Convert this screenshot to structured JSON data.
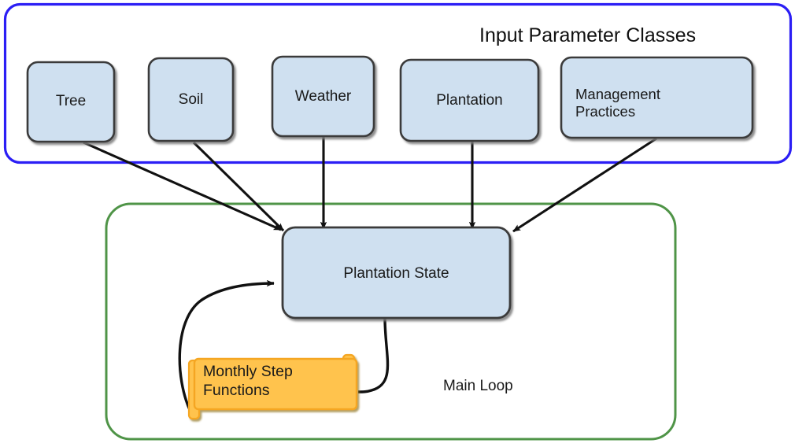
{
  "diagram": {
    "title_visible": false,
    "colors": {
      "node_fill": "#cfe0f0",
      "node_stroke": "#3a3a3a",
      "input_group_border": "#2b1ef5",
      "main_loop_border": "#4f9447",
      "note_fill": "#ffc34d",
      "note_stroke": "#f5a623",
      "arrow": "#111111",
      "text": "#1a1a1a",
      "background": "#ffffff"
    },
    "groups": [
      {
        "id": "input-parameter-classes",
        "label": "Input Parameter Classes",
        "border_color": "#2b1ef5"
      },
      {
        "id": "main-loop",
        "label": "Main Loop",
        "border_color": "#4f9447"
      }
    ],
    "input_nodes": [
      {
        "id": "tree",
        "label": "Tree"
      },
      {
        "id": "soil",
        "label": "Soil"
      },
      {
        "id": "weather",
        "label": "Weather"
      },
      {
        "id": "plantation",
        "label": "Plantation"
      },
      {
        "id": "management-practices",
        "label": "Management\nPractices"
      }
    ],
    "state_node": {
      "id": "plantation-state",
      "label": "Plantation State"
    },
    "note_node": {
      "id": "monthly-step-functions",
      "label": "Monthly Step\nFunctions"
    },
    "edges": [
      {
        "from": "tree",
        "to": "plantation-state",
        "style": "straight-arrow"
      },
      {
        "from": "soil",
        "to": "plantation-state",
        "style": "straight-arrow"
      },
      {
        "from": "weather",
        "to": "plantation-state",
        "style": "straight-arrow"
      },
      {
        "from": "plantation",
        "to": "plantation-state",
        "style": "straight-arrow"
      },
      {
        "from": "management-practices",
        "to": "plantation-state",
        "style": "straight-arrow"
      },
      {
        "from": "plantation-state",
        "to": "monthly-step-functions",
        "style": "curve-no-arrow"
      },
      {
        "from": "monthly-step-functions",
        "to": "plantation-state",
        "style": "curve-arrow"
      }
    ]
  }
}
